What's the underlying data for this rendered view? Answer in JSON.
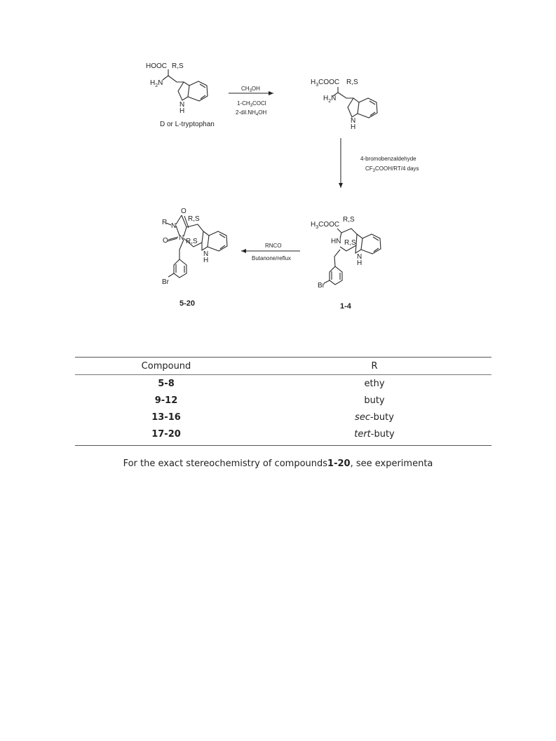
{
  "scheme": {
    "start": {
      "acid_label": "HOOC",
      "stereo": "R,S",
      "amine": "H",
      "amine_sub": "2",
      "amine_N": "N",
      "indole_nh": "N",
      "indole_h": "H",
      "name": "D or L-tryptophan"
    },
    "step1": {
      "reagent_top": "CH",
      "reagent_top_sub": "3",
      "reagent_top_end": "OH",
      "line1_a": "1-CH",
      "line1_sub": "3",
      "line1_b": "COCl",
      "line2_a": "2-dil.NH",
      "line2_sub": "4",
      "line2_b": "OH"
    },
    "ester": {
      "h": "H",
      "sub": "3",
      "rest": "COOC",
      "stereo": "R,S",
      "amine": "H",
      "amine_sub": "2",
      "amine_N": "N",
      "indole_n": "N",
      "indole_h": "H"
    },
    "step2": {
      "line1": "4-bromobenzaldehyde",
      "line2_a": "CF",
      "line2_sub": "3",
      "line2_b": "COOH/RT/4 days"
    },
    "intermediate": {
      "h": "H",
      "sub": "3",
      "rest": "COOC",
      "stereo1": "R,S",
      "stereo2": "R,S",
      "hn": "HN",
      "indole_n": "N",
      "indole_h": "H",
      "br": "Br",
      "number": "1-4"
    },
    "step3": {
      "reagent": "RNCO",
      "conditions": "Butanone/reflux"
    },
    "product": {
      "r": "R",
      "n1": "N",
      "n2": "N",
      "o1": "O",
      "o2": "O",
      "stereo1": "R,S",
      "stereo2": "R,S",
      "indole_n": "N",
      "indole_h": "H",
      "br": "Br",
      "number": "5-20"
    }
  },
  "table": {
    "headers": [
      "Compound",
      "R"
    ],
    "rows": [
      {
        "compound": "5-8",
        "r_prefix": "",
        "r_rest": "ethy"
      },
      {
        "compound": "9-12",
        "r_prefix": "",
        "r_rest": "buty"
      },
      {
        "compound": "13-16",
        "r_prefix": "sec",
        "r_rest": "-buty"
      },
      {
        "compound": "17-20",
        "r_prefix": "tert",
        "r_rest": "-buty"
      }
    ]
  },
  "caption": {
    "before": "For the exact stereochemistry of compounds",
    "bold": "1-20",
    "after": ", see experimenta"
  }
}
